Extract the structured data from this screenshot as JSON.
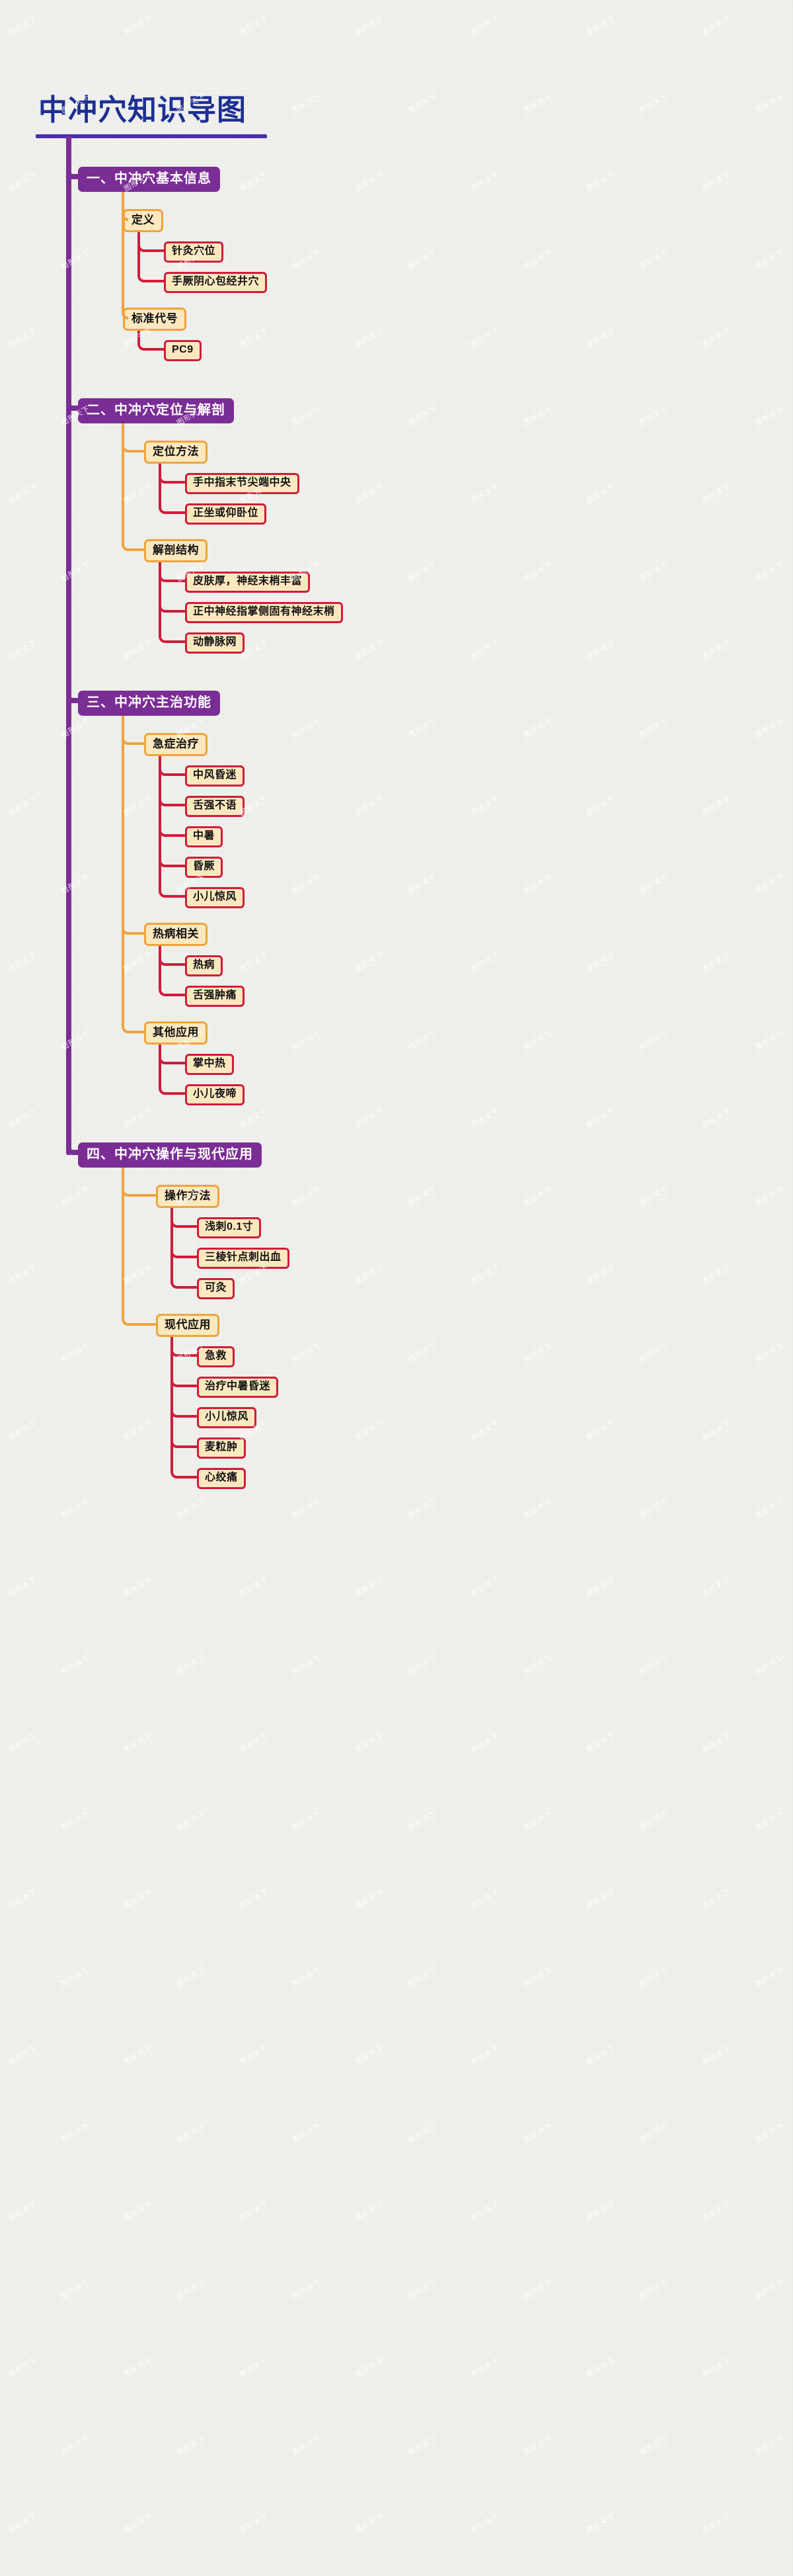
{
  "title": "中冲穴知识导图",
  "theme": {
    "background": "#e9e9e4",
    "title_color": "#1c2f94",
    "title_rule_color": "#4b2fa8",
    "level1_fill": "#7b2d96",
    "level1_text": "#ffffff",
    "level2_fill": "#fbe8bf",
    "level2_border": "#f0a33c",
    "level3_fill": "#fbe8bf",
    "level3_border": "#d01c3c",
    "trunk_color": "#7b2d96",
    "branch_color": "#f0a33c",
    "leaf_color": "#d01c3c"
  },
  "watermark": "图形天下",
  "branches": [
    {
      "label": "一、中冲穴基本信息",
      "children": [
        {
          "label": "定义",
          "children": [
            {
              "label": "针灸穴位"
            },
            {
              "label": "手厥阴心包经井穴"
            }
          ]
        },
        {
          "label": "标准代号",
          "children": [
            {
              "label": "PC9"
            }
          ]
        }
      ]
    },
    {
      "label": "二、中冲穴定位与解剖",
      "children": [
        {
          "label": "定位方法",
          "children": [
            {
              "label": "手中指末节尖端中央"
            },
            {
              "label": "正坐或仰卧位"
            }
          ]
        },
        {
          "label": "解剖结构",
          "children": [
            {
              "label": "皮肤厚，神经末梢丰富"
            },
            {
              "label": "正中神经指掌侧固有神经末梢"
            },
            {
              "label": "动静脉网"
            }
          ]
        }
      ]
    },
    {
      "label": "三、中冲穴主治功能",
      "children": [
        {
          "label": "急症治疗",
          "children": [
            {
              "label": "中风昏迷"
            },
            {
              "label": "舌强不语"
            },
            {
              "label": "中暑"
            },
            {
              "label": "昏厥"
            },
            {
              "label": "小儿惊风"
            }
          ]
        },
        {
          "label": "热病相关",
          "children": [
            {
              "label": "热病"
            },
            {
              "label": "舌强肿痛"
            }
          ]
        },
        {
          "label": "其他应用",
          "children": [
            {
              "label": "掌中热"
            },
            {
              "label": "小儿夜啼"
            }
          ]
        }
      ]
    },
    {
      "label": "四、中冲穴操作与现代应用",
      "children": [
        {
          "label": "操作方法",
          "children": [
            {
              "label": "浅刺0.1寸"
            },
            {
              "label": "三棱针点刺出血"
            },
            {
              "label": "可灸"
            }
          ]
        },
        {
          "label": "现代应用",
          "children": [
            {
              "label": "急救"
            },
            {
              "label": "治疗中暑昏迷"
            },
            {
              "label": "小儿惊风"
            },
            {
              "label": "麦粒肿"
            },
            {
              "label": "心绞痛"
            }
          ]
        }
      ]
    }
  ]
}
